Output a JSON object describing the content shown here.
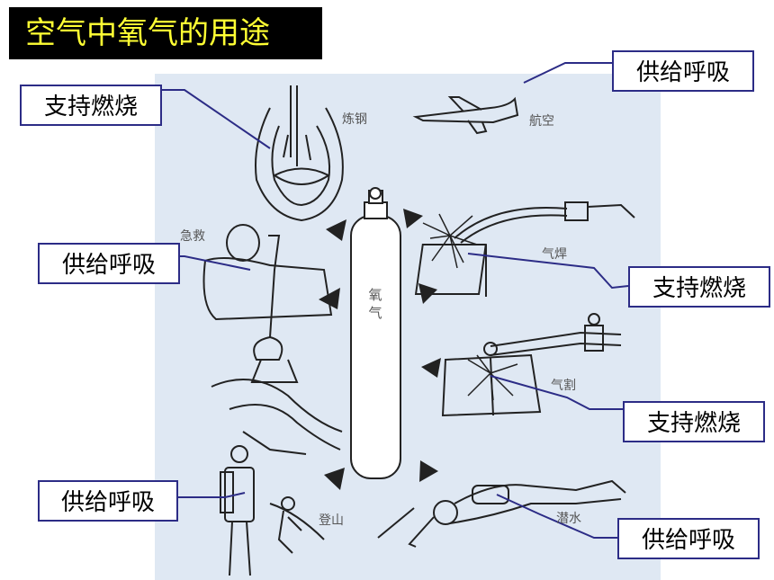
{
  "title": "空气中氧气的用途",
  "callouts": {
    "steelmaking": "支持燃烧",
    "aviation": "供给呼吸",
    "first_aid": "供给呼吸",
    "gas_welding": "支持燃烧",
    "gas_cutting": "支持燃烧",
    "mountaineering": "供给呼吸",
    "diving": "供给呼吸"
  },
  "labels": {
    "steelmaking": "炼钢",
    "aviation": "航空",
    "first_aid": "急救",
    "gas_welding": "气焊",
    "gas_cutting": "气割",
    "mountaineering": "登山",
    "diving": "潜水",
    "cylinder": "氧气"
  }
}
